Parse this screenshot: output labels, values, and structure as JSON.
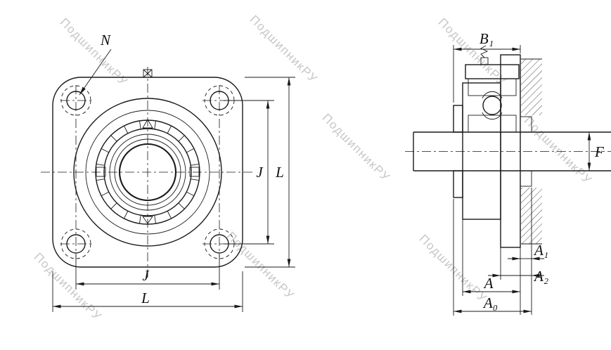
{
  "watermark": {
    "text": "ПодшипникРУ"
  },
  "drawing": {
    "line_color": "#1a1a1a",
    "watermark_color": "#b9b9b9",
    "background": "#ffffff"
  },
  "front_view": {
    "name": "four-bolt-flange-bearing-front-view",
    "labels": {
      "hole_n": "N",
      "j_vertical": "J",
      "l_vertical": "L",
      "j_horizontal": "J",
      "l_horizontal": "L"
    }
  },
  "side_view": {
    "name": "flange-bearing-section-side-view",
    "labels": {
      "b1": "B₁",
      "f": "F",
      "a1": "A₁",
      "a2": "A₂",
      "a": "A",
      "a0": "A₀"
    }
  }
}
